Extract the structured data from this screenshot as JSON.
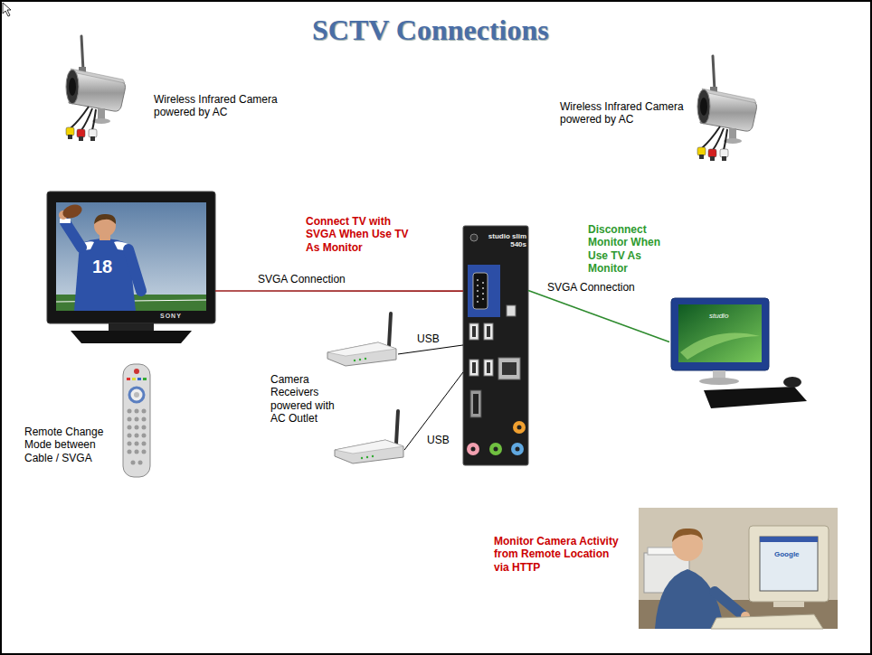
{
  "diagram": {
    "title": "SCTV Connections",
    "nodes": [
      {
        "text": [
          "Wireless Infrared Camera powered by AC"
        ]
      },
      {
        "text": [
          "Wireless Infrared Camera powered by AC"
        ]
      },
      {
        "text": [
          "SONY"
        ]
      },
      {
        "text": [
          "studio slim 540s"
        ]
      },
      {
        "text": [
          "studio"
        ]
      },
      {
        "text": [
          "Camera Receivers powered with AC Outlet"
        ]
      },
      {
        "text": []
      },
      {
        "text": [
          "Remote Change Mode between Cable / SVGA"
        ]
      },
      {
        "text": [
          "Monitor Camera Activity from Remote Location via HTTP"
        ]
      }
    ],
    "edges": [
      {
        "from": 2,
        "to": 3,
        "arrow": "none",
        "label": "SVGA Connection"
      },
      {
        "from": 3,
        "to": 4,
        "arrow": "none",
        "label": "SVGA Connection"
      },
      {
        "from": 5,
        "to": 3,
        "arrow": "none",
        "label": "USB"
      },
      {
        "from": 6,
        "to": 3,
        "arrow": "none",
        "label": "USB"
      }
    ],
    "labels": [
      "Connect TV with SVGA When Use TV As Monitor",
      "Disconnect Monitor When Use TV As Monitor",
      "18",
      "Google"
    ]
  }
}
